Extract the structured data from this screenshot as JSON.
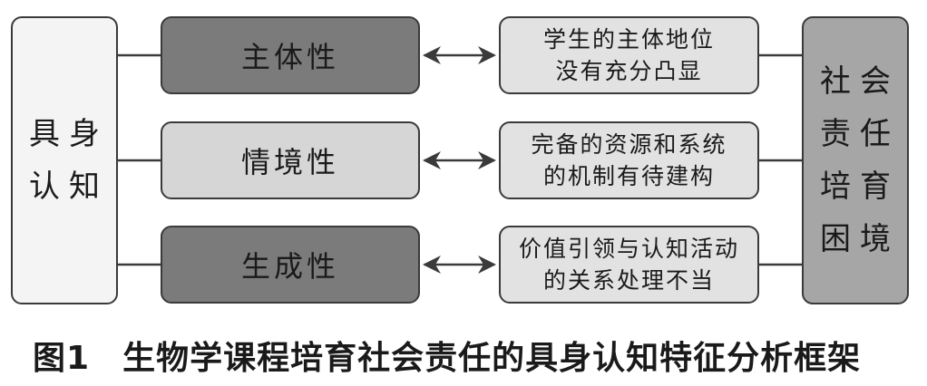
{
  "left_box": {
    "text": "具身\n认知"
  },
  "right_box": {
    "text": "社会\n责任\n培育\n困境"
  },
  "dimensions": [
    {
      "label": "主体性",
      "shade": "dark"
    },
    {
      "label": "情境性",
      "shade": "light"
    },
    {
      "label": "生成性",
      "shade": "dark"
    }
  ],
  "problems": [
    {
      "text": "学生的主体地位\n没有充分凸显"
    },
    {
      "text": "完备的资源和系统\n的机制有待建构"
    },
    {
      "text": "价值引领与认知活动\n的关系处理不当"
    }
  ],
  "caption": {
    "figure_label": "图1",
    "title": "生物学课程培育社会责任的具身认知特征分析框架"
  },
  "colors": {
    "dark_fill": "#7b7b7b",
    "light_fill": "#d6d6d6",
    "problem_fill": "#e2e2e2",
    "left_fill": "#f4f4f4",
    "right_fill": "#a6a6a6",
    "stroke": "#3a3a3a"
  }
}
